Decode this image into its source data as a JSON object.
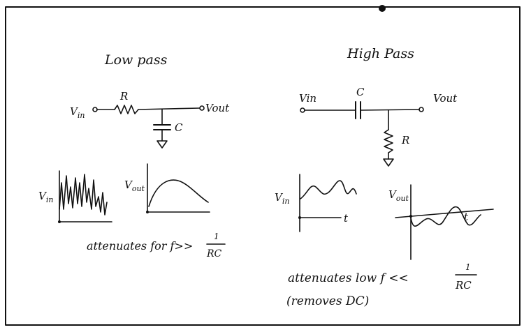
{
  "low_pass": {
    "title": "Low pass",
    "resistor_label": "R",
    "capacitor_label": "C",
    "vin_label": "V",
    "vin_sub": "in",
    "vout_label": "Vout",
    "graph_vin_label": "V",
    "graph_vin_sub": "in",
    "graph_vout_label": "V",
    "graph_vout_sub": "out",
    "caption_prefix": "attenuates for f>>",
    "fraction_num": "1",
    "fraction_den": "RC"
  },
  "high_pass": {
    "title": "High Pass",
    "vin_label": "Vin",
    "capacitor_label": "C",
    "vout_label": "Vout",
    "resistor_label": "R",
    "graph_vin_label": "V",
    "graph_vin_sub": "in",
    "graph_vin_t": "t",
    "graph_vout_label": "V",
    "graph_vout_sub": "out",
    "graph_vout_t": "t",
    "caption_prefix": "attenuates low f <<",
    "fraction_num": "1",
    "fraction_den": "RC",
    "caption_line2": "(removes DC)"
  }
}
